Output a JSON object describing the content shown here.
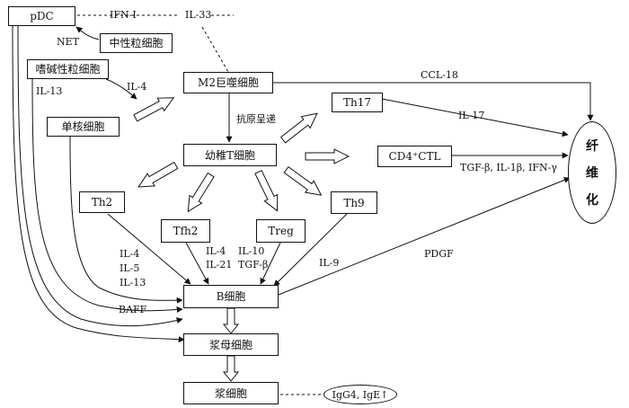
{
  "nodes": {
    "pdc": "pDC",
    "neutrophil": "中性粒细胞",
    "basophil": "嗜碱性粒细胞",
    "m2": "M2巨噬细胞",
    "monocyte": "单核细胞",
    "naive_t": "幼稚T细胞",
    "th17": "Th17",
    "cd4_ctl": "CD4⁺CTL",
    "th2": "Th2",
    "tfh2": "Tfh2",
    "treg": "Treg",
    "th9": "Th9",
    "b_cell": "B细胞",
    "plasmablast": "浆母细胞",
    "plasma_cell": "浆细胞",
    "igg4": "IgG4, IgE↑",
    "fibrosis": [
      "纤",
      "维",
      "化"
    ]
  },
  "labels": {
    "ifn_i": "IFN-I",
    "il33": "IL-33",
    "net": "NET",
    "il13_left": "IL-13",
    "il4_baso": "IL-4",
    "ccl18": "CCL-18",
    "antigen": "抗原呈递",
    "il17": "IL-17",
    "tgf_ctl": "TGF-β, IL-1β, IFN-γ",
    "th2_cytokines": [
      "IL-4",
      "IL-5",
      "IL-13"
    ],
    "tfh2_cytokines": [
      "IL-4",
      "IL-21"
    ],
    "treg_cytokines": [
      "IL-10",
      "TGF-β"
    ],
    "il9": "IL-9",
    "pdgf": "PDGF",
    "baff": "BAFF"
  }
}
